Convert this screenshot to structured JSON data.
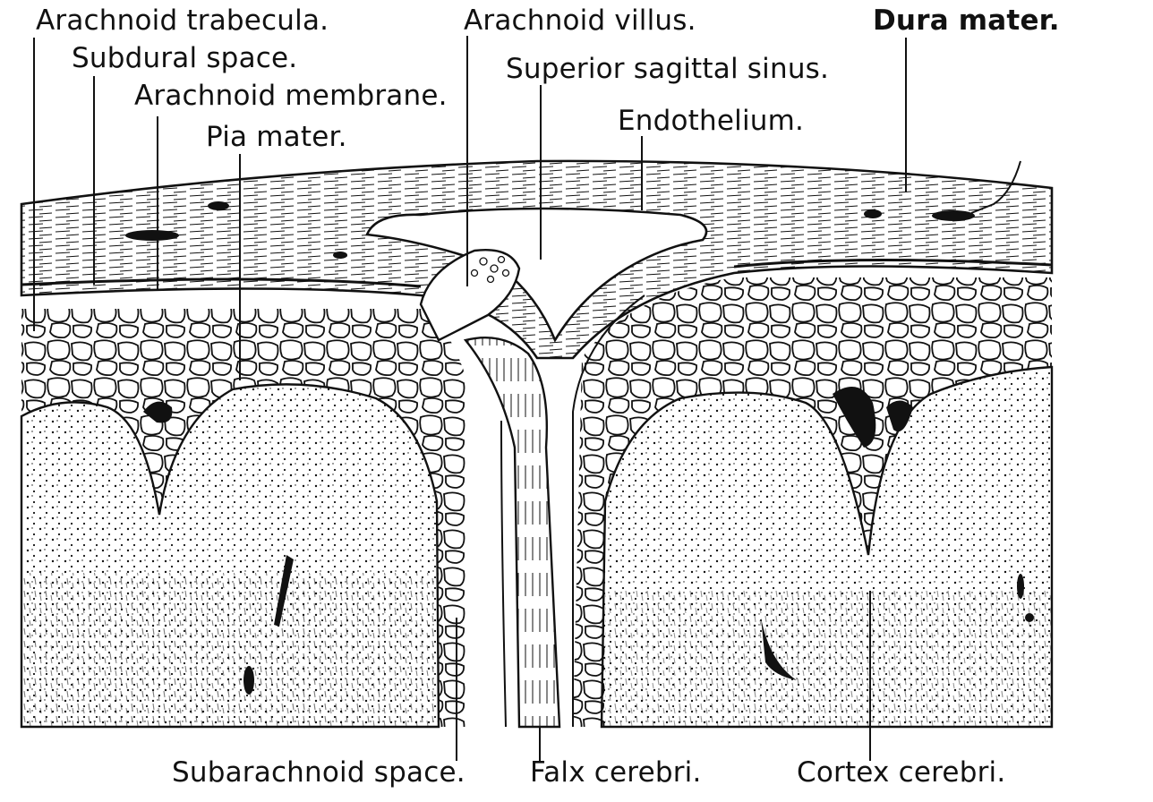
{
  "labels": {
    "arachnoid_trabecula": "Arachnoid trabecula.",
    "subdural_space": "Subdural space.",
    "arachnoid_membrane": "Arachnoid membrane.",
    "pia_mater": "Pia mater.",
    "arachnoid_villus": "Arachnoid villus.",
    "superior_sagittal_sinus": "Superior sagittal sinus.",
    "endothelium": "Endothelium.",
    "dura_mater": "Dura mater.",
    "subarachnoid_space": "Subarachnoid space.",
    "falx_cerebri": "Falx cerebri.",
    "cortex_cerebri": "Cortex cerebri."
  },
  "colors": {
    "ink": "#111111",
    "paper": "#ffffff"
  }
}
